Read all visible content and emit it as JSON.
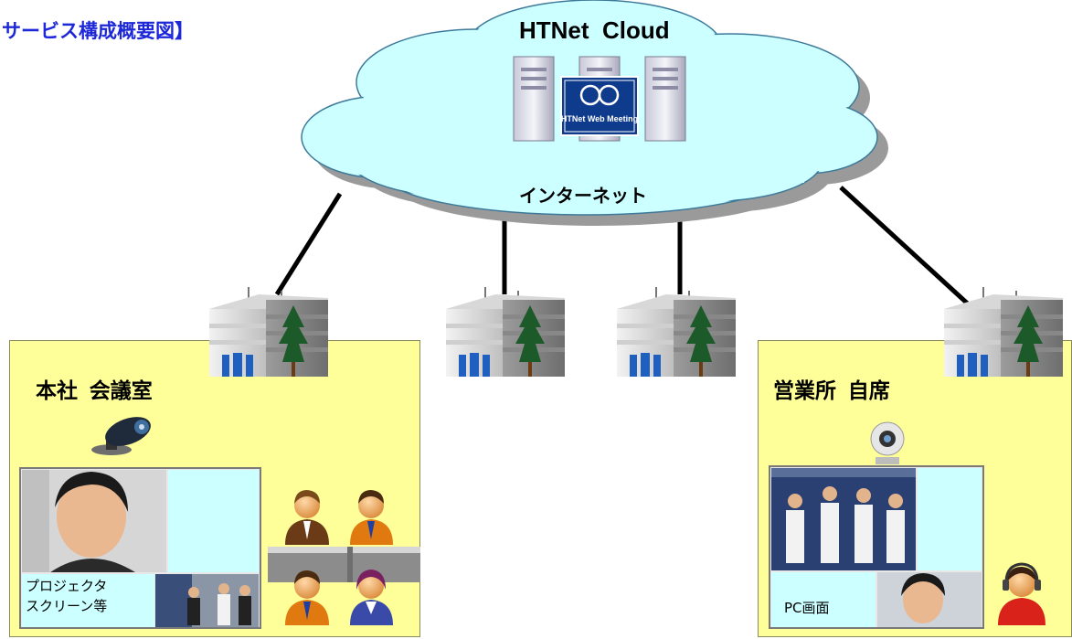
{
  "title": "サービス構成概要図】",
  "cloud": {
    "label": "HTNet  Cloud",
    "network_label": "インターネット",
    "logo_text": "HTNet Web Meeting"
  },
  "site_left": {
    "label": "本社  会議室",
    "screen_caption_line1": "プロジェクタ",
    "screen_caption_line2": "スクリーン等"
  },
  "site_right": {
    "label": "営業所  自席",
    "screen_caption": "PC画面"
  },
  "colors": {
    "title": "#1d28d8",
    "cloud_fill": "#ccffff",
    "site_panel": "#ffff99",
    "screen_blue": "#ccffff"
  }
}
